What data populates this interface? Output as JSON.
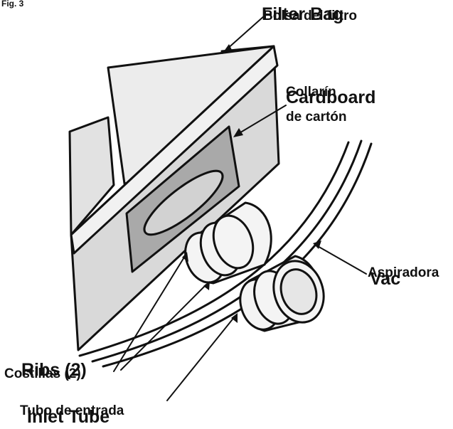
{
  "figure_label": "Fig. 3",
  "labels": {
    "filter_bag_en": "Filter Bag",
    "filter_bag_es": "Bolsa del filtro",
    "cardboard_en": "Cardboard",
    "cardboard_es_line1": "Collarín",
    "cardboard_es_line2": "de cartón",
    "vac_en": "Vac",
    "vac_es": "Aspiradora",
    "ribs_en": "Ribs (2)",
    "ribs_es": "Costillas (2)",
    "inlet_en": "Inlet Tube",
    "inlet_es": "Tubo de entrada"
  },
  "colors": {
    "line": "#111111",
    "bag_light": "#ececec",
    "bag_mid": "#d6d6d6",
    "collar": "#a9a9a9",
    "tube": "#f4f4f4"
  }
}
